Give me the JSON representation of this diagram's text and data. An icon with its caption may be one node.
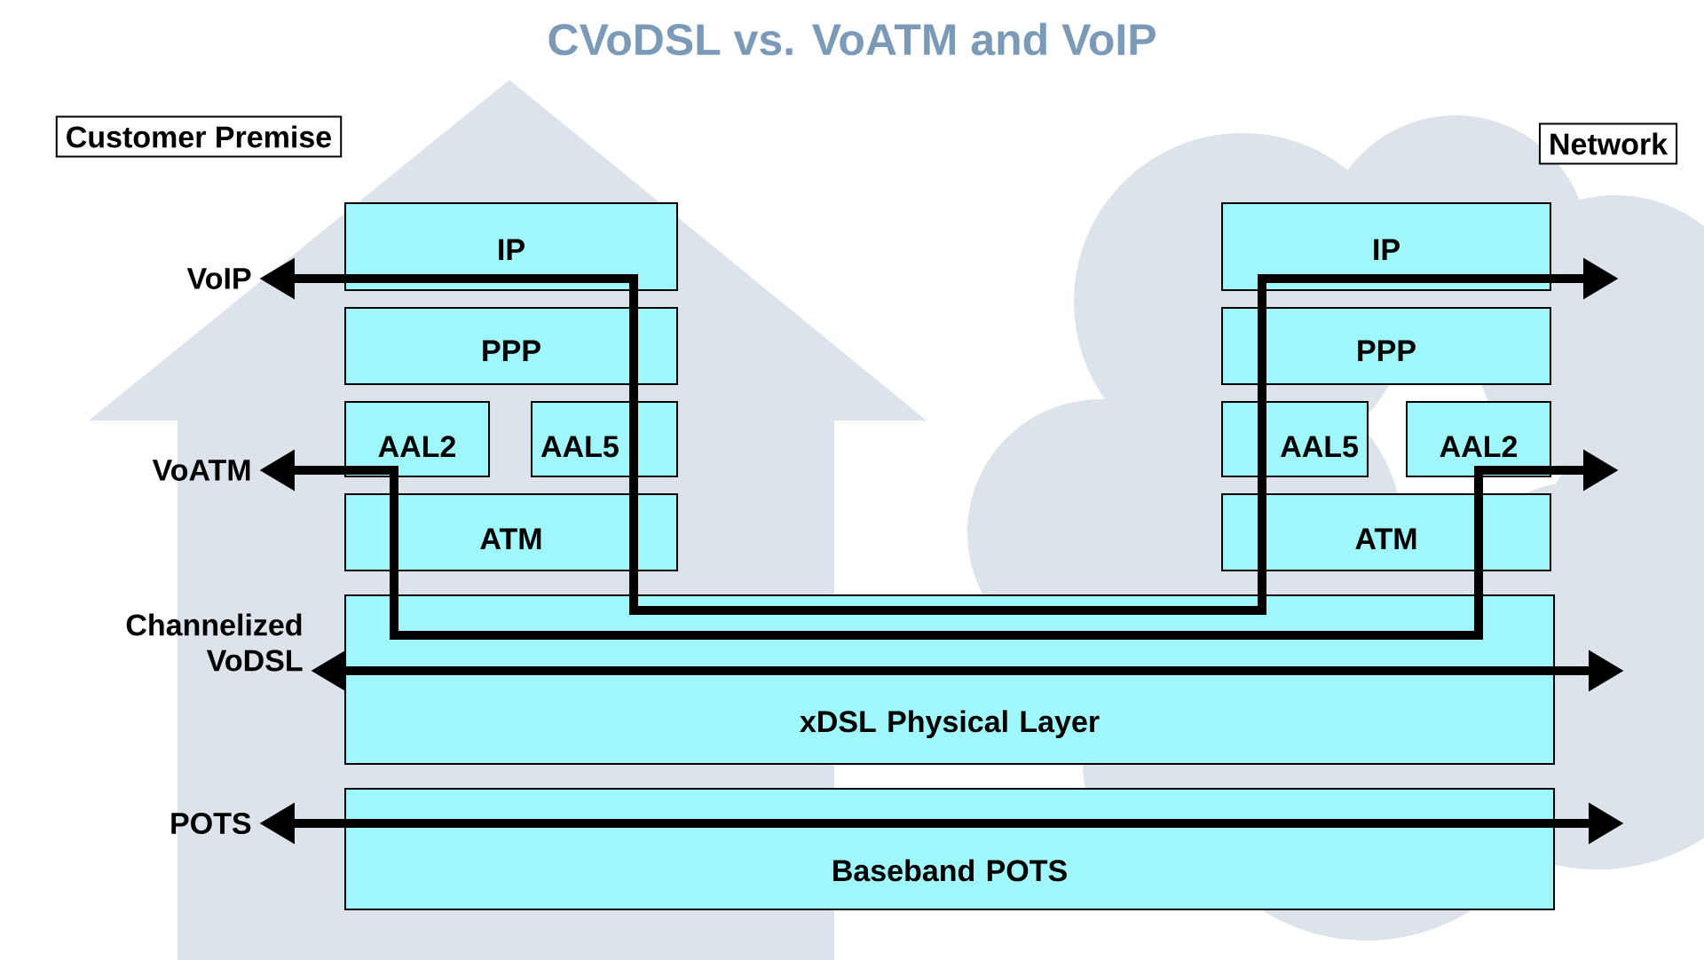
{
  "diagram": {
    "title": "CVoDSL vs. VoATM and VoIP",
    "nodes": [
      {
        "text": [
          "Customer Premise"
        ]
      },
      {
        "text": [
          "Network"
        ]
      },
      {
        "text": [
          "IP"
        ]
      },
      {
        "text": [
          "PPP"
        ]
      },
      {
        "text": [
          "AAL2"
        ]
      },
      {
        "text": [
          "AAL5"
        ]
      },
      {
        "text": [
          "ATM"
        ]
      },
      {
        "text": [
          "IP"
        ]
      },
      {
        "text": [
          "PPP"
        ]
      },
      {
        "text": [
          "AAL5"
        ]
      },
      {
        "text": [
          "AAL2"
        ]
      },
      {
        "text": [
          "ATM"
        ]
      },
      {
        "text": [
          "xDSL Physical Layer"
        ]
      },
      {
        "text": [
          "Baseband POTS"
        ]
      },
      {
        "text": [
          "VoIP"
        ]
      },
      {
        "text": [
          "VoATM"
        ]
      },
      {
        "text": [
          "Channelized VoDSL"
        ]
      },
      {
        "text": [
          "POTS"
        ]
      }
    ],
    "edges": [
      {
        "from": 14,
        "to": null,
        "arrow": "both"
      },
      {
        "from": 15,
        "to": null,
        "arrow": "both"
      },
      {
        "from": 16,
        "to": null,
        "arrow": "both"
      },
      {
        "from": 17,
        "to": null,
        "arrow": "both"
      }
    ]
  }
}
